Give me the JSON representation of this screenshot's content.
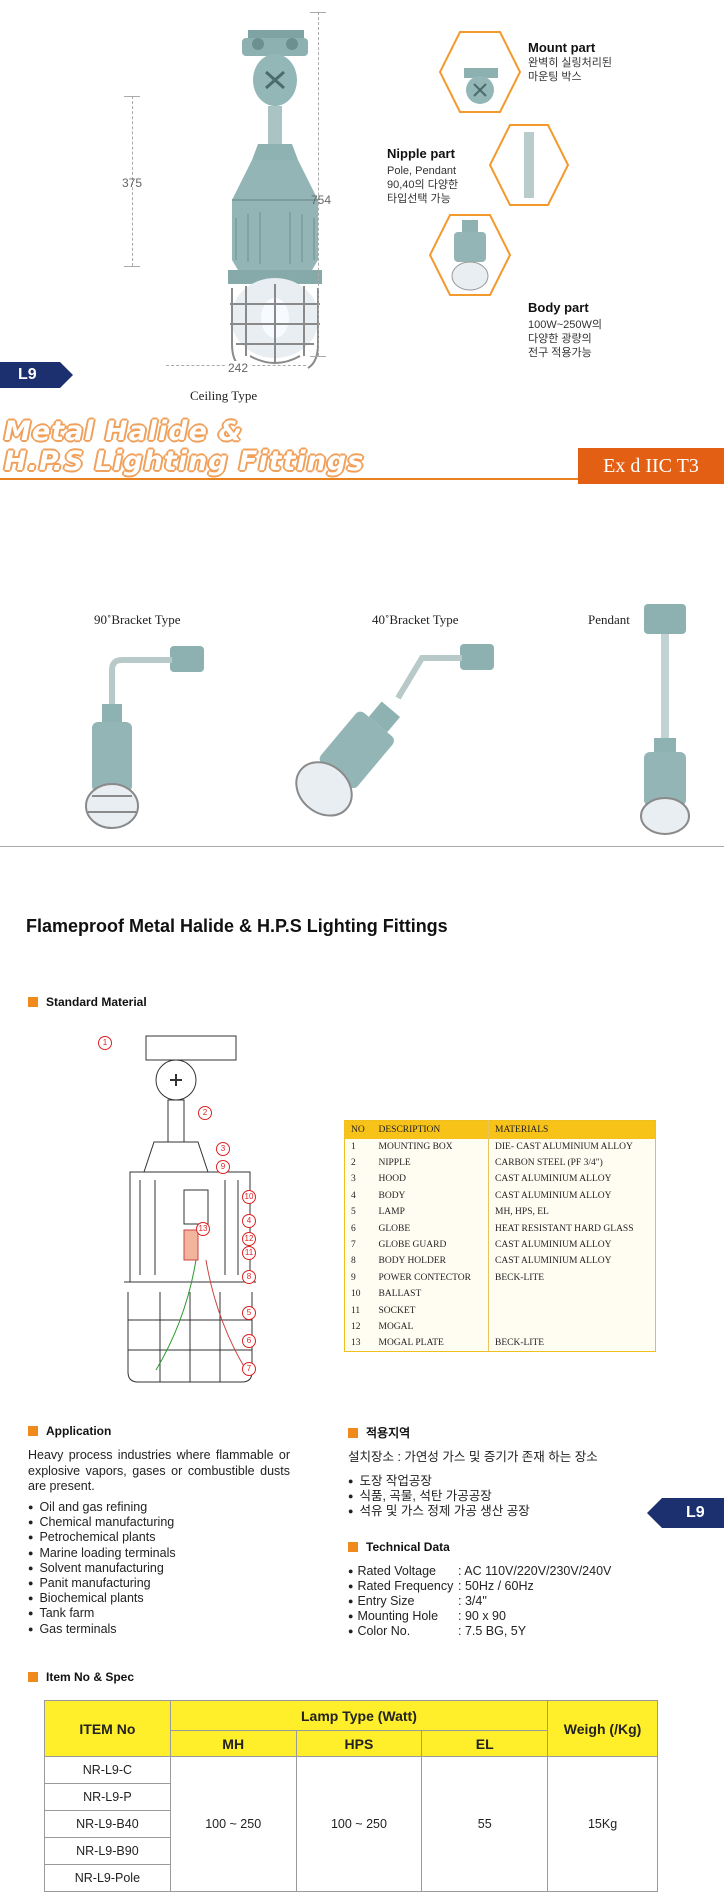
{
  "top": {
    "dims": {
      "height_inner": "375",
      "height_total": "754",
      "width": "242"
    },
    "caption": "Ceiling Type",
    "tag": "L9",
    "parts": [
      {
        "title": "Mount part",
        "desc": [
          "완벽히 실링처리된",
          "마운팅 박스"
        ]
      },
      {
        "title": "Nipple part",
        "desc": [
          "Pole, Pendant",
          "90,40의 다양한",
          "타입선택 가능"
        ]
      },
      {
        "title": "Body part",
        "desc": [
          "100W~250W의",
          "다양한 광량의",
          "전구 적용가능"
        ]
      }
    ]
  },
  "hero": {
    "line1": "Metal Halide &",
    "line2": "H.P.S Lighting Fittings",
    "badge": "Ex  d  IIC T3"
  },
  "variants": [
    "90˚Bracket Type",
    "40˚Bracket Type",
    "Pendant"
  ],
  "main_title": "Flameproof Metal Halide & H.P.S Lighting Fittings",
  "material": {
    "heading": "Standard Material",
    "columns": [
      "NO",
      "DESCRIPTION",
      "MATERIALS"
    ],
    "rows": [
      [
        "1",
        "MOUNTING BOX",
        "DIE- CAST ALUMINIUM ALLOY"
      ],
      [
        "2",
        "NIPPLE",
        "CARBON STEEL (PF 3/4\")"
      ],
      [
        "3",
        "HOOD",
        "CAST ALUMINIUM ALLOY"
      ],
      [
        "4",
        "BODY",
        "CAST ALUMINIUM ALLOY"
      ],
      [
        "5",
        "LAMP",
        "MH, HPS, EL"
      ],
      [
        "6",
        "GLOBE",
        "HEAT RESISTANT HARD GLASS"
      ],
      [
        "7",
        "GLOBE GUARD",
        "CAST ALUMINIUM ALLOY"
      ],
      [
        "8",
        "BODY HOLDER",
        "CAST ALUMINIUM ALLOY"
      ],
      [
        "9",
        "POWER CONTECTOR",
        "BECK-LITE"
      ],
      [
        "10",
        "BALLAST",
        ""
      ],
      [
        "11",
        "SOCKET",
        ""
      ],
      [
        "12",
        "MOGAL",
        ""
      ],
      [
        "13",
        "MOGAL PLATE",
        "BECK-LITE"
      ]
    ],
    "callouts": [
      "1",
      "2",
      "3",
      "9",
      "10",
      "4",
      "13",
      "12",
      "11",
      "8",
      "5",
      "6",
      "7"
    ]
  },
  "application": {
    "heading": "Application",
    "intro": "Heavy process industries where flammable or explosive vapors, gases or combustible dusts are present.",
    "items": [
      "Oil and gas refining",
      "Chemical manufacturing",
      "Petrochemical plants",
      "Marine loading terminals",
      "Solvent manufacturing",
      "Panit manufacturing",
      "Biochemical plants",
      "Tank farm",
      "Gas terminals"
    ]
  },
  "korean": {
    "heading": "적용지역",
    "intro": "설치장소 : 가연성 가스 및 증기가 존재 하는 장소",
    "items": [
      "도장 작업공장",
      "식품, 곡물, 석탄 가공공장",
      "석유 및 가스 정제 가공 생산 공장"
    ]
  },
  "side_tag": "L9",
  "technical": {
    "heading": "Technical Data",
    "rows": [
      {
        "k": "Rated Voltage",
        "v": ": AC 110V/220V/230V/240V"
      },
      {
        "k": "Rated Frequency",
        "v": ": 50Hz / 60Hz"
      },
      {
        "k": "Entry Size",
        "v": ": 3/4\""
      },
      {
        "k": "Mounting Hole",
        "v": ": 90 x 90"
      },
      {
        "k": "Color No.",
        "v": ": 7.5 BG, 5Y"
      }
    ]
  },
  "spec": {
    "heading": "Item No & Spec",
    "item_header": "ITEM No",
    "lamp_header": "Lamp Type (Watt)",
    "weight_header": "Weigh (/Kg)",
    "sub": [
      "MH",
      "HPS",
      "EL"
    ],
    "items": [
      "NR-L9-C",
      "NR-L9-P",
      "NR-L9-B40",
      "NR-L9-B90",
      "NR-L9-Pole"
    ],
    "mh": "100  ~  250",
    "hps": "100  ~  250",
    "el": "55",
    "weight": "15Kg"
  },
  "colors": {
    "accent_orange": "#e8821e",
    "badge": "#e35f14",
    "navy": "#1c2f6e",
    "lamp": "#8fb3b3",
    "table_yellow": "#f7c318"
  }
}
